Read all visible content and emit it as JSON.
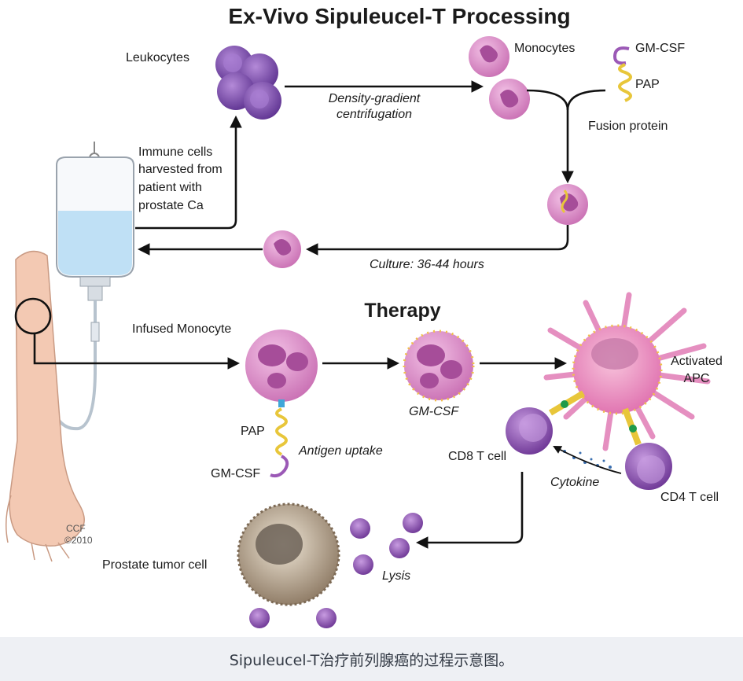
{
  "diagram": {
    "title": "Ex-Vivo Sipuleucel-T Processing",
    "therapy_heading": "Therapy",
    "labels": {
      "leukocytes": "Leukocytes",
      "monocytes": "Monocytes",
      "gm_csf_top": "GM-CSF",
      "pap_top": "PAP",
      "fusion_protein": "Fusion protein",
      "density_line1": "Density-gradient",
      "density_line2": "centrifugation",
      "harvest_line1": "Immune cells",
      "harvest_line2": "harvested from",
      "harvest_line3": "patient with",
      "harvest_line4": "prostate Ca",
      "culture": "Culture: 36-44 hours",
      "infused_monocyte": "Infused Monocyte",
      "activated_line1": "Activated",
      "activated_line2": "APC",
      "gm_csf_mid": "GM-CSF",
      "pap_bottom": "PAP",
      "antigen_uptake": "Antigen uptake",
      "gm_csf_bottom": "GM-CSF",
      "cd8": "CD8 T cell",
      "cytokine": "Cytokine",
      "cd4": "CD4 T cell",
      "prostate_tumor": "Prostate tumor cell",
      "lysis": "Lysis",
      "copyright_line1": "CCF",
      "copyright_line2": "©2010"
    },
    "colors": {
      "leukocyte": "#7b4fb0",
      "monocyte": "#d98cc6",
      "monocyte_nucleus": "#a64d99",
      "apc": "#e58fc0",
      "t_cell": "#8e4fb0",
      "tumor": "#b8a58f",
      "gm_csf": "#9b59b6",
      "pap": "#e8c63a",
      "iv_fluid": "#bfe0f5",
      "skin": "#f3c9b3"
    }
  },
  "caption": "Sipuleucel-T治疗前列腺癌的过程示意图。"
}
